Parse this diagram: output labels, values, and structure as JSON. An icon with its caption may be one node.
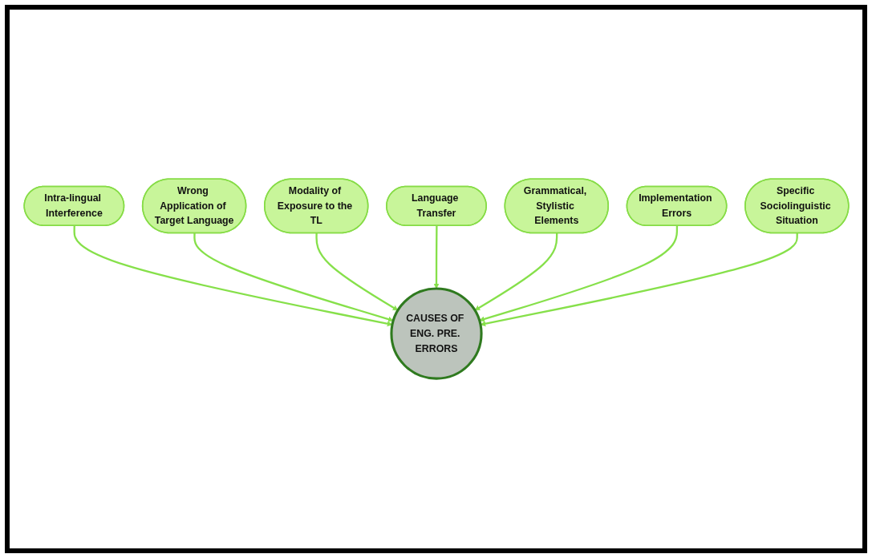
{
  "diagram": {
    "nodes": [
      {
        "text": [
          "Intra-lingual Interference"
        ]
      },
      {
        "text": [
          "Wrong Application of Target Language"
        ]
      },
      {
        "text": [
          "Modality of Exposure to the TL"
        ]
      },
      {
        "text": [
          "Language Transfer"
        ]
      },
      {
        "text": [
          "CAUSES OF ENG. PRE. ERRORS"
        ]
      },
      {
        "text": [
          "Grammatical, Stylistic Elements"
        ]
      },
      {
        "text": [
          "Implementation Errors"
        ]
      },
      {
        "text": [
          "Specific Sociolinguistic Situation"
        ]
      }
    ],
    "edges": [
      {
        "from": 0,
        "to": 4,
        "arrow": "to"
      },
      {
        "from": 1,
        "to": 4,
        "arrow": "to"
      },
      {
        "from": 2,
        "to": 4,
        "arrow": "to"
      },
      {
        "from": 3,
        "to": 4,
        "arrow": "to"
      },
      {
        "from": 5,
        "to": 4,
        "arrow": "to"
      },
      {
        "from": 6,
        "to": 4,
        "arrow": "to"
      },
      {
        "from": 7,
        "to": 4,
        "arrow": "to"
      }
    ]
  }
}
